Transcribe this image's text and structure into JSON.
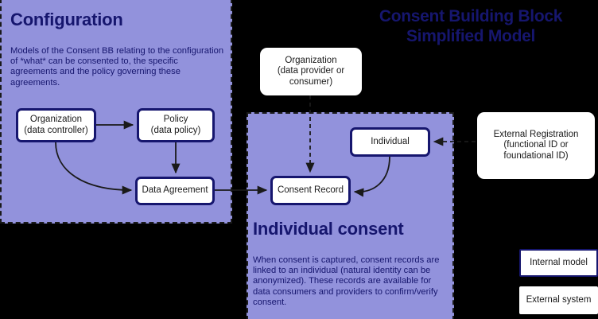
{
  "document": {
    "title_line1": "Consent Building Block",
    "title_line2": "Simplified Model",
    "title_color": "#16166e"
  },
  "panels": [
    {
      "id": "configuration",
      "heading": "Configuration",
      "body": "Models of the Consent BB relating to the configuration of *what* can be consented to, the specific agreements and the policy governing these agreements.",
      "fill_color": "#9292dc",
      "border_style": "dashed"
    },
    {
      "id": "individual-consent",
      "heading": "Individual consent",
      "body": "When consent is captured, consent records are linked to an individual (natural identity can be anonymized). These records are available for data consumers and providers to confirm/verify consent.",
      "fill_color": "#9292dc",
      "border_style": "dashed"
    }
  ],
  "nodes": {
    "organization_controller": {
      "line1": "Organization",
      "line2": "(data controller)",
      "kind": "internal model"
    },
    "policy": {
      "line1": "Policy",
      "line2": "(data policy)",
      "kind": "internal model"
    },
    "data_agreement": {
      "line1": "Data Agreement",
      "kind": "internal model"
    },
    "organization_provider": {
      "line1": "Organization",
      "line2": "(data provider or",
      "line3": "consumer)",
      "kind": "external system"
    },
    "individual": {
      "line1": "Individual",
      "kind": "internal model"
    },
    "consent_record": {
      "line1": "Consent Record",
      "kind": "internal model"
    },
    "external_registration": {
      "line1": "External Registration",
      "line2": "(functional ID or",
      "line3": "foundational ID)",
      "kind": "external system"
    }
  },
  "legend": {
    "internal_model": "Internal model",
    "external_system": "External system",
    "internal_border_color": "#16166e",
    "external_border_color": "#ffffff"
  },
  "edges": [
    {
      "from": "organization_controller",
      "to": "policy",
      "style": "solid",
      "shape": "straight"
    },
    {
      "from": "organization_controller",
      "to": "data_agreement",
      "style": "solid",
      "shape": "curved"
    },
    {
      "from": "policy",
      "to": "data_agreement",
      "style": "solid",
      "shape": "straight"
    },
    {
      "from": "data_agreement",
      "to": "consent_record",
      "style": "solid",
      "shape": "straight"
    },
    {
      "from": "organization_provider",
      "to": "consent_record",
      "style": "dashed",
      "shape": "straight"
    },
    {
      "from": "individual",
      "to": "consent_record",
      "style": "solid",
      "shape": "curved"
    },
    {
      "from": "external_registration",
      "to": "individual",
      "style": "dashed",
      "shape": "straight"
    }
  ]
}
